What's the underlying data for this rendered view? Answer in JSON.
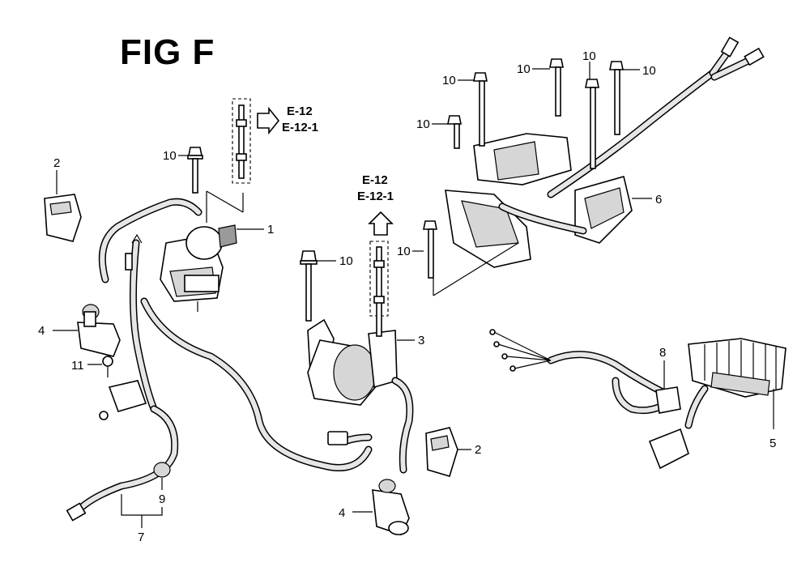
{
  "figure": {
    "title": "FIG F"
  },
  "callouts": {
    "c1": "1",
    "c2a": "2",
    "c2b": "2",
    "c3": "3",
    "c4a": "4",
    "c4b": "4",
    "c5": "5",
    "c6": "6",
    "c7": "7",
    "c8": "8",
    "c9": "9",
    "c10a": "10",
    "c10b": "10",
    "c10c": "10",
    "c10d": "10",
    "c10e": "10",
    "c10f": "10",
    "c10g": "10",
    "c10h": "10",
    "c11": "11"
  },
  "references": {
    "ref1_line1": "E-12",
    "ref1_line2": "E-12-1",
    "ref2_line1": "E-12",
    "ref2_line2": "E-12-1"
  }
}
